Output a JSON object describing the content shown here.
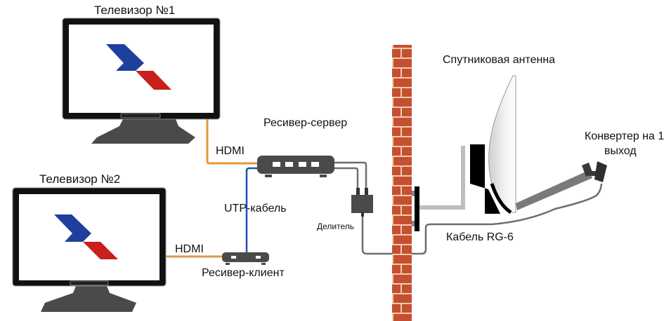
{
  "labels": {
    "tv1": "Телевизор №1",
    "tv2": "Телевизор №2",
    "receiver_server": "Ресивер-сервер",
    "receiver_client": "Ресивер-клиент",
    "hdmi_1": "HDMI",
    "hdmi_2": "HDMI",
    "utp_cable": "UTP-кабель",
    "splitter": "Делитель",
    "satellite_antenna": "Спутниковая антенна",
    "converter_line1": "Конвертер на 1",
    "converter_line2": "выход",
    "cable_rg6": "Кабель RG-6"
  },
  "colors": {
    "hdmi_cable": "#e8963a",
    "utp_cable": "#1f4fb8",
    "coax_cable": "#6e6e6e",
    "device_body": "#4a4a4a",
    "brick": "#c4502f",
    "mortar": "#f4c8b4",
    "logo_blue": "#1e3f9e",
    "logo_red": "#c8201c"
  }
}
